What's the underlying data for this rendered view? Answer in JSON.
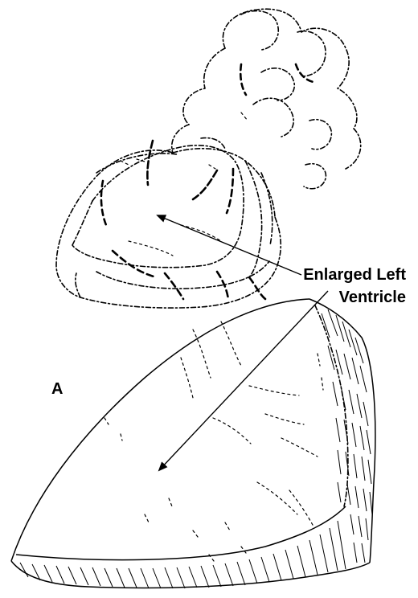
{
  "labels": {
    "callout_line1": "Enlarged Left",
    "callout_line2": "Ventricle",
    "panel_letter": "A"
  },
  "colors": {
    "ink": "#000000",
    "background": "#ffffff"
  }
}
